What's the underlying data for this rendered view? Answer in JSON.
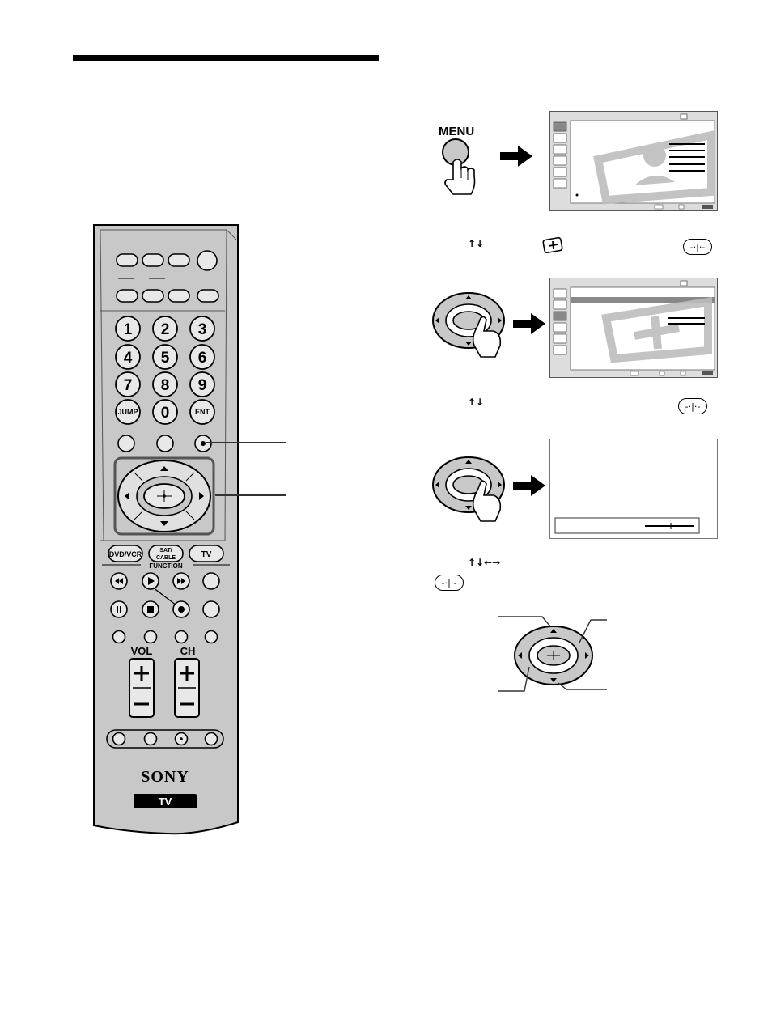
{
  "remote": {
    "keys": {
      "n1": "1",
      "n2": "2",
      "n3": "3",
      "n4": "4",
      "n5": "5",
      "n6": "6",
      "n7": "7",
      "n8": "8",
      "n9": "9",
      "jump": "JUMP",
      "n0": "0",
      "ent": "ENT",
      "dvdvcr": "DVD/VCR",
      "satcable1": "SAT/",
      "satcable2": "CABLE",
      "tv": "TV",
      "function": "FUNCTION",
      "vol": "VOL",
      "ch": "CH"
    },
    "brand": "SONY",
    "badge": "TV"
  },
  "steps": {
    "menu_label": "MENU",
    "step2_arrows": "↑↓",
    "step3_arrows": "↑↓",
    "step4_arrows": "↑↓←→"
  },
  "icons": {
    "enter": "enter-icon",
    "arrow": "arrow-right-icon",
    "hand": "hand-press-icon"
  },
  "colors": {
    "remote_body": "#c8c8c8",
    "key_fill": "#e4e4e4",
    "screen_bg": "#dddddd",
    "watermark": "#bdbdbd"
  }
}
